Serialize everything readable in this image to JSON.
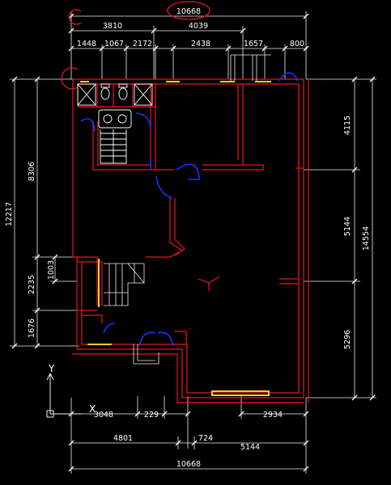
{
  "colors": {
    "background": "#000000",
    "wall": "#e8161e",
    "dimension": "#f0f0f0",
    "text": "#ffffff",
    "door": "#1c32ff",
    "window": "#ffd11a",
    "fixture": "#ffffff",
    "markup": "#e8161e",
    "stair": "#f0f0f0",
    "ucs": "#f0f0f0"
  },
  "dimensions": {
    "top_total": "10668",
    "top_segments": [
      "3810",
      "4039"
    ],
    "top_details": [
      "1448",
      "1067",
      "2172",
      "2438",
      "1657",
      "800"
    ],
    "right": [
      "4115",
      "5144",
      "5296"
    ],
    "right_total": "14554",
    "left_main": "12217",
    "left_upper": "8306",
    "left_lower": [
      "2235",
      "1676"
    ],
    "left_small": "1003",
    "bottom_row1": [
      "3048",
      "229",
      "2934"
    ],
    "bottom_row2": [
      "4801",
      "724",
      "5144"
    ],
    "bottom_total": "10668"
  },
  "ucs": {
    "y_label": "Y",
    "x_label": "X"
  }
}
